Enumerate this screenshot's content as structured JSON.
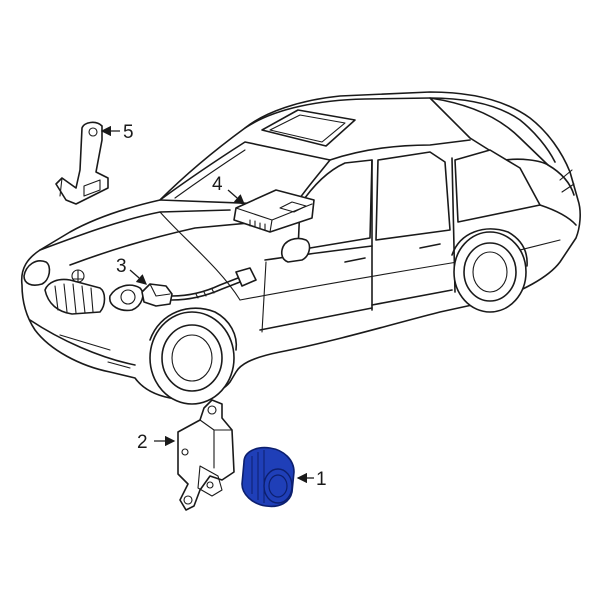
{
  "diagram": {
    "callouts": [
      {
        "id": "1",
        "label": "1"
      },
      {
        "id": "2",
        "label": "2"
      },
      {
        "id": "3",
        "label": "3"
      },
      {
        "id": "4",
        "label": "4"
      },
      {
        "id": "5",
        "label": "5"
      }
    ],
    "colors": {
      "highlight_part": "#1f3fb8",
      "highlight_part_dark": "#0c1f6e",
      "line": "#1a1a1a",
      "background": "#ffffff"
    }
  }
}
